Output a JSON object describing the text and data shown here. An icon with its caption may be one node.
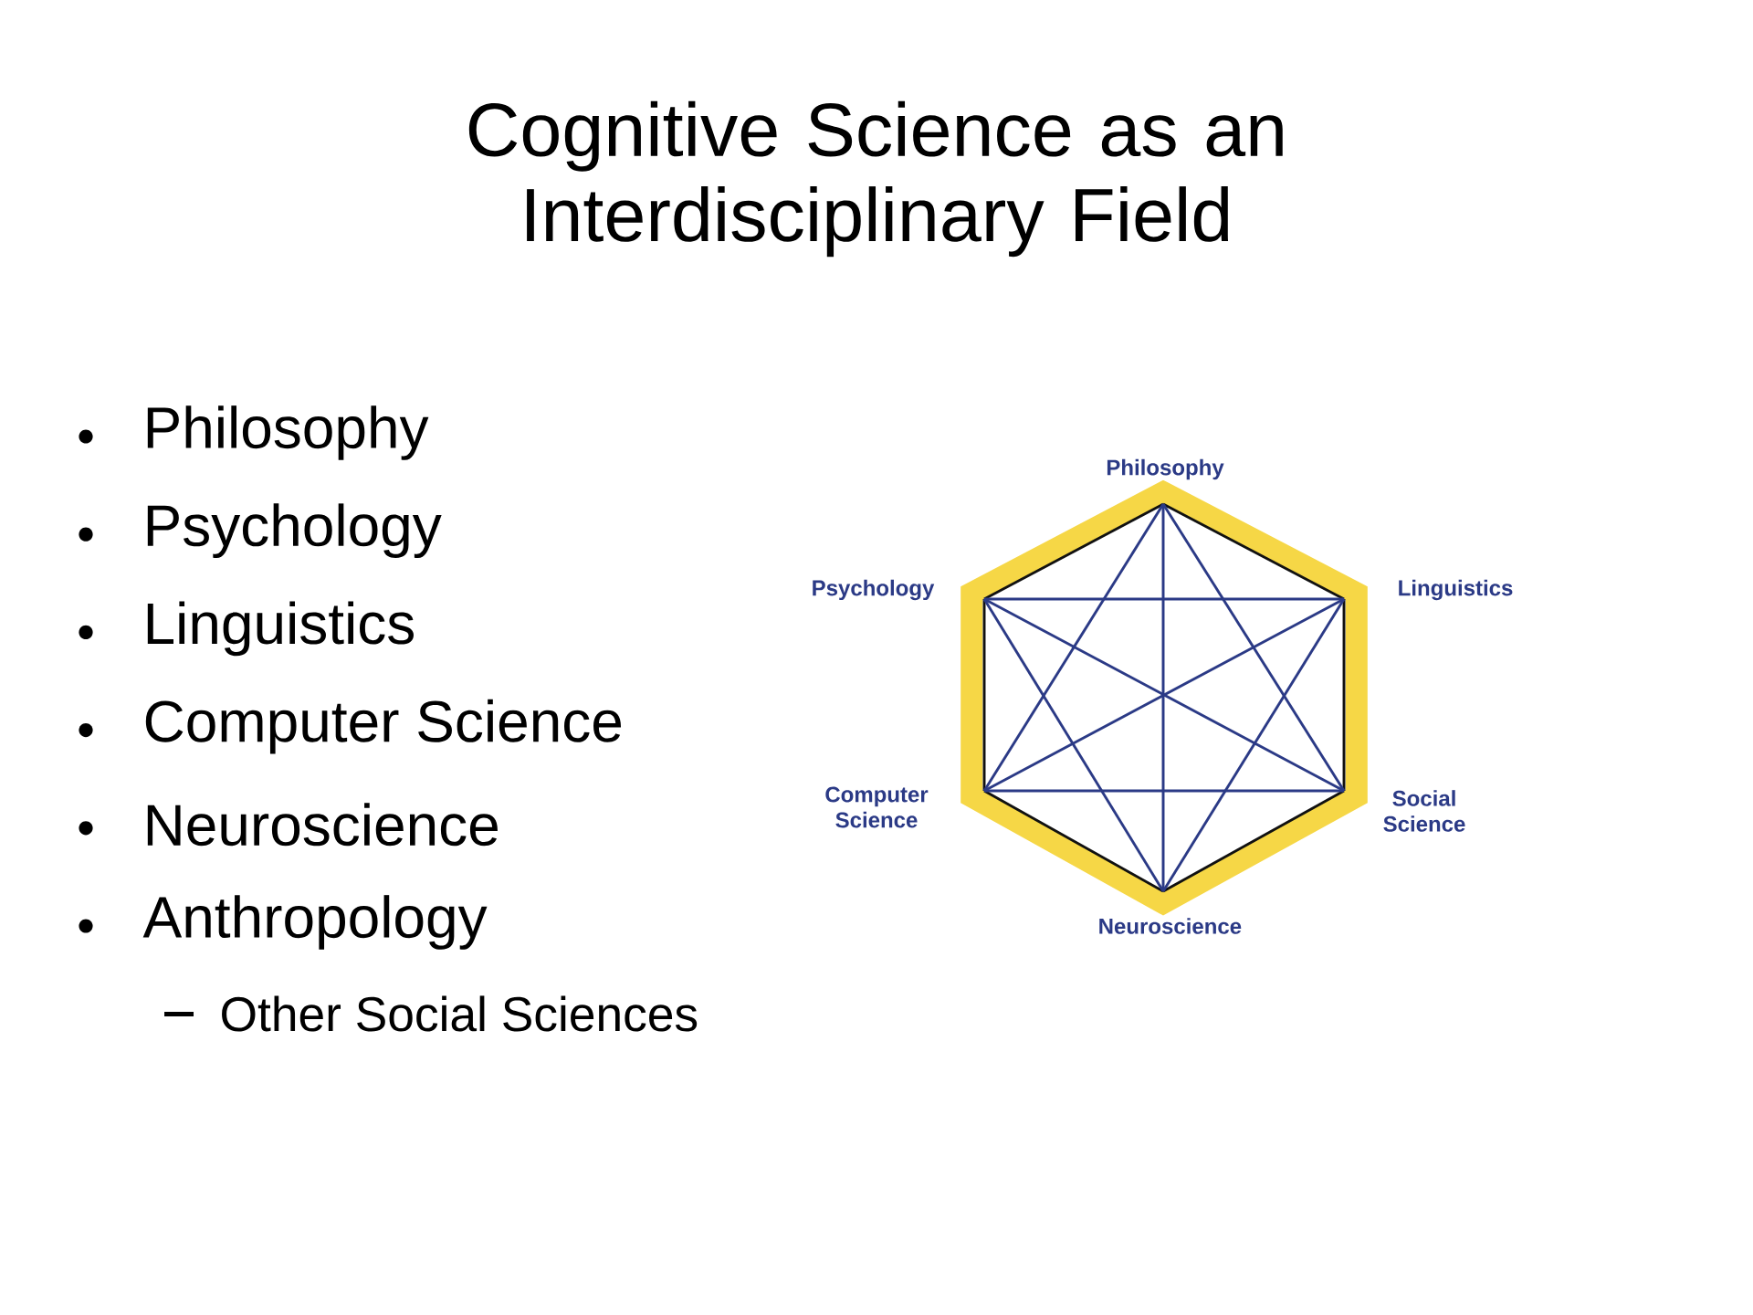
{
  "diagram": {
    "title": "Cognitive Science as an Interdisciplinary Field",
    "nodes": [
      {
        "text": [
          "Philosophy"
        ]
      },
      {
        "text": [
          "Psychology"
        ]
      },
      {
        "text": [
          "Linguistics"
        ]
      },
      {
        "text": [
          "Computer Science"
        ]
      },
      {
        "text": [
          "Social Science"
        ]
      },
      {
        "text": [
          "Neuroscience"
        ]
      }
    ],
    "edges": [
      {
        "from": 0,
        "to": 1,
        "arrow": "none",
        "color": "#111111"
      },
      {
        "from": 0,
        "to": 2,
        "arrow": "none",
        "color": "#111111"
      },
      {
        "from": 1,
        "to": 3,
        "arrow": "none",
        "color": "#111111"
      },
      {
        "from": 2,
        "to": 4,
        "arrow": "none",
        "color": "#111111"
      },
      {
        "from": 3,
        "to": 5,
        "arrow": "none",
        "color": "#111111"
      },
      {
        "from": 4,
        "to": 5,
        "arrow": "none",
        "color": "#111111"
      },
      {
        "from": 0,
        "to": 3,
        "arrow": "none"
      },
      {
        "from": 0,
        "to": 4,
        "arrow": "none"
      },
      {
        "from": 0,
        "to": 5,
        "arrow": "none"
      },
      {
        "from": 1,
        "to": 2,
        "arrow": "none"
      },
      {
        "from": 1,
        "to": 4,
        "arrow": "none"
      },
      {
        "from": 1,
        "to": 5,
        "arrow": "none"
      },
      {
        "from": 2,
        "to": 3,
        "arrow": "none"
      },
      {
        "from": 2,
        "to": 5,
        "arrow": "none"
      },
      {
        "from": 3,
        "to": 4,
        "arrow": "none"
      }
    ],
    "labels": [
      "Philosophy",
      "Psychology",
      "Linguistics",
      "Computer Science",
      "Neuroscience",
      "Anthropology",
      "Other Social Sciences"
    ]
  }
}
